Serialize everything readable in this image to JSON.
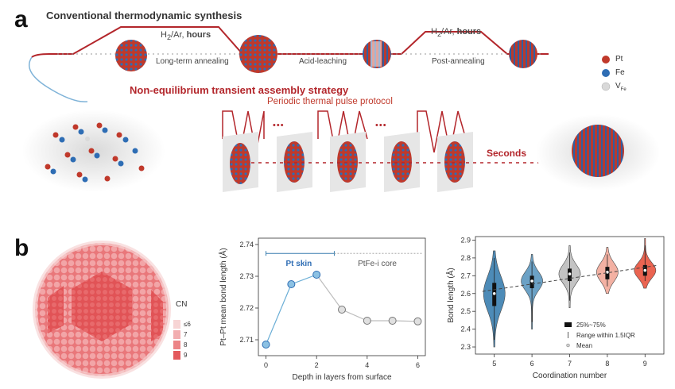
{
  "panel_a": {
    "letter": "a",
    "conventional_title": "Conventional thermodynamic synthesis",
    "step1_gas": "H",
    "step1_gas_sub": "2",
    "step1_gas_rest": "/Ar, ",
    "step1_time": "hours",
    "step1_label": "Long-term annealing",
    "step2_label": "Acid-leaching",
    "step3_gas": "H",
    "step3_gas_sub": "2",
    "step3_gas_rest": "/Ar, ",
    "step3_time": "hours",
    "step3_label": "Post-annealing",
    "transient_title": "Non-equilibrium transient assembly strategy",
    "pulse_label": "Periodic thermal pulse protocol",
    "dots": "•••",
    "seconds_label": "Seconds",
    "legend": [
      {
        "label": "Pt",
        "color": "#c0392b"
      },
      {
        "label": "Fe",
        "color": "#2e6db4"
      },
      {
        "label": "V",
        "sub": "Fe",
        "color": "#d9d9d9"
      }
    ]
  },
  "panel_b": {
    "letter": "b",
    "cn_title": "CN",
    "cn_legend": [
      {
        "label": "≤6",
        "color": "#f7d4d4"
      },
      {
        "label": "7",
        "color": "#f2aeb0"
      },
      {
        "label": "8",
        "color": "#ec8486"
      },
      {
        "label": "9",
        "color": "#e35a5d"
      }
    ]
  },
  "chart_data": [
    {
      "type": "line",
      "xlabel": "Depth in layers from surface",
      "ylabel": "Pt–Pt mean bond length (Å)",
      "xlim": [
        -0.3,
        6.3
      ],
      "ylim": [
        2.705,
        2.742
      ],
      "xticks": [
        0,
        2,
        4,
        6
      ],
      "yticks": [
        2.71,
        2.72,
        2.73,
        2.74
      ],
      "annotations": {
        "skin": "Pt skin",
        "core": "PtFe-i core"
      },
      "series": [
        {
          "x": [
            0,
            1,
            2
          ],
          "y": [
            2.7085,
            2.7275,
            2.7305
          ],
          "color": "#6baed6",
          "segment": "skin"
        },
        {
          "x": [
            2,
            3,
            4,
            5,
            6
          ],
          "y": [
            2.7305,
            2.7195,
            2.716,
            2.716,
            2.7158
          ],
          "color": "#bdbdbd",
          "segment": "core"
        }
      ]
    },
    {
      "type": "violin",
      "xlabel": "Coordination number",
      "ylabel": "Bond length (Å)",
      "categories": [
        5,
        6,
        7,
        8,
        9
      ],
      "ylim": [
        2.26,
        2.92
      ],
      "yticks": [
        2.3,
        2.4,
        2.5,
        2.6,
        2.7,
        2.8,
        2.9
      ],
      "distributions": [
        {
          "cn": 5,
          "min": 2.3,
          "q1": 2.53,
          "mean": 2.6,
          "q3": 2.66,
          "max": 2.84,
          "color": "#3a7fb0"
        },
        {
          "cn": 6,
          "min": 2.4,
          "q1": 2.63,
          "mean": 2.67,
          "q3": 2.7,
          "max": 2.82,
          "color": "#5b97bf"
        },
        {
          "cn": 7,
          "min": 2.52,
          "q1": 2.67,
          "mean": 2.71,
          "q3": 2.74,
          "max": 2.87,
          "color": "#bdbdbd"
        },
        {
          "cn": 8,
          "min": 2.6,
          "q1": 2.68,
          "mean": 2.72,
          "q3": 2.75,
          "max": 2.86,
          "color": "#f2a99a"
        },
        {
          "cn": 9,
          "min": 2.63,
          "q1": 2.7,
          "mean": 2.73,
          "q3": 2.76,
          "max": 2.91,
          "color": "#e8543f"
        }
      ],
      "trend": {
        "x": [
          5,
          9
        ],
        "y": [
          2.62,
          2.75
        ]
      },
      "legend": [
        "25%~75%",
        "Range within 1.5IQR",
        "Mean"
      ]
    }
  ]
}
